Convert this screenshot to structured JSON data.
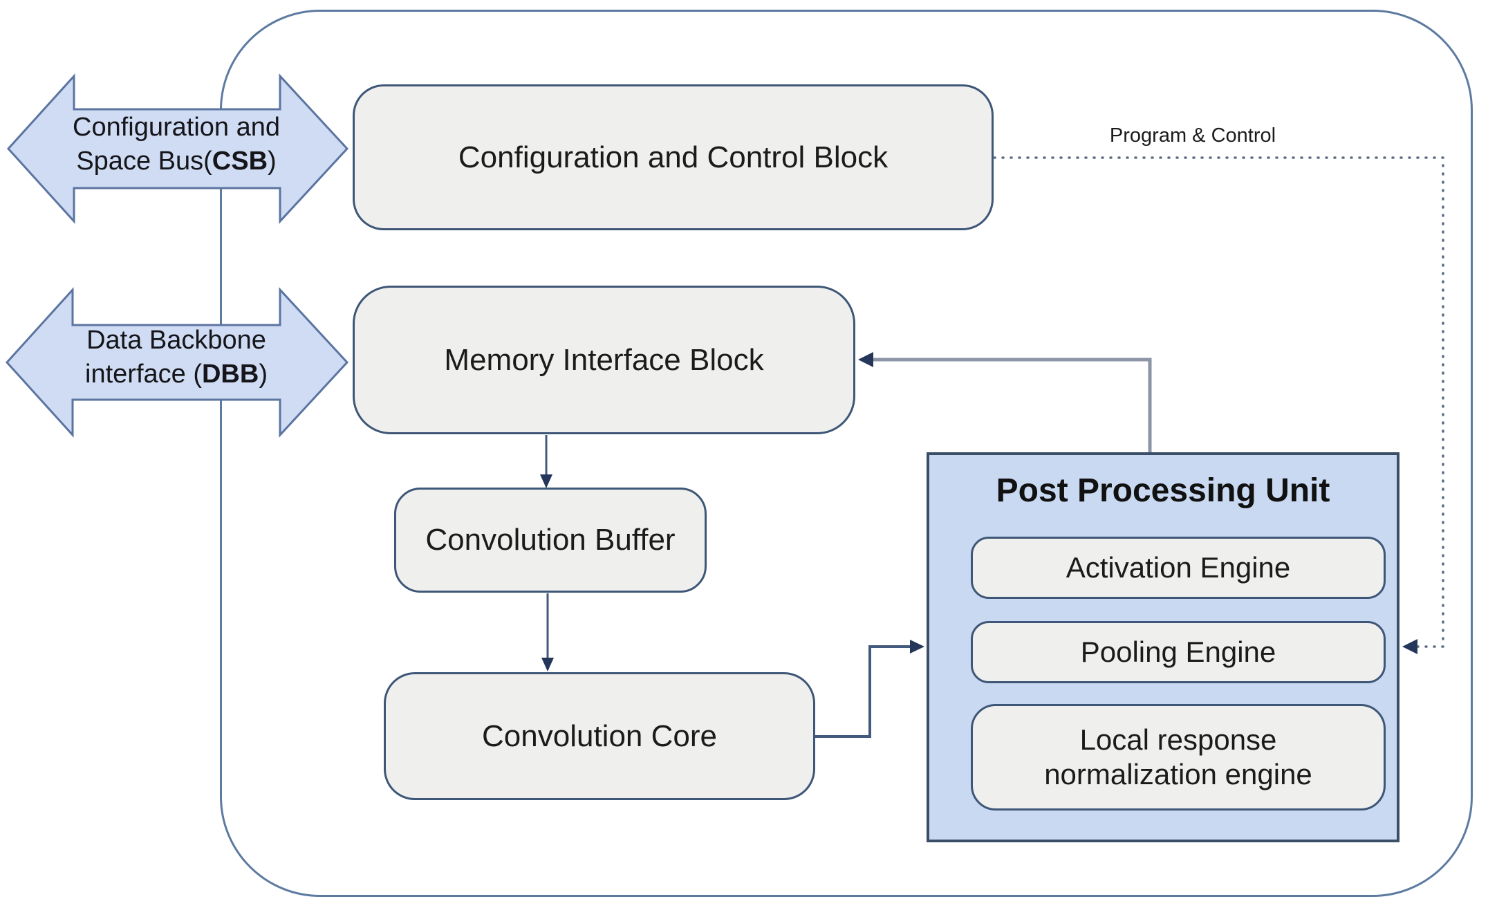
{
  "diagram": {
    "blocks": {
      "config_control": {
        "label": "Configuration and Control Block"
      },
      "memory_interface": {
        "label": "Memory Interface Block"
      },
      "conv_buffer": {
        "label": "Convolution Buffer"
      },
      "conv_core": {
        "label": "Convolution Core"
      },
      "post_processing": {
        "title": "Post Processing Unit",
        "children": [
          {
            "label": "Activation Engine"
          },
          {
            "label": "Pooling Engine"
          },
          {
            "label": "Local response normalization engine"
          }
        ]
      }
    },
    "buses": {
      "csb": {
        "line1": "Configuration and",
        "line2_pre": "Space Bus(",
        "line2_bold": "CSB",
        "line2_post": ")"
      },
      "dbb": {
        "line1": "Data Backbone",
        "line2_pre": "interface (",
        "line2_bold": "DBB",
        "line2_post": ")"
      }
    },
    "annotations": {
      "program_control": "Program & Control"
    },
    "colors": {
      "bus_fill": "#cfdcf3",
      "bus_stroke": "#5b74a0",
      "block_fill": "#efefed",
      "block_stroke": "#3e5677",
      "ppu_fill": "#c9d9f1",
      "ppu_stroke": "#3a4e66",
      "chip_outline": "#5d7aa0",
      "connector": "#44597e",
      "connector_gray": "#8b95a6",
      "arrowhead": "#24375a",
      "dotted_line": "#5d6b82",
      "text": "#1b1b1b"
    }
  }
}
